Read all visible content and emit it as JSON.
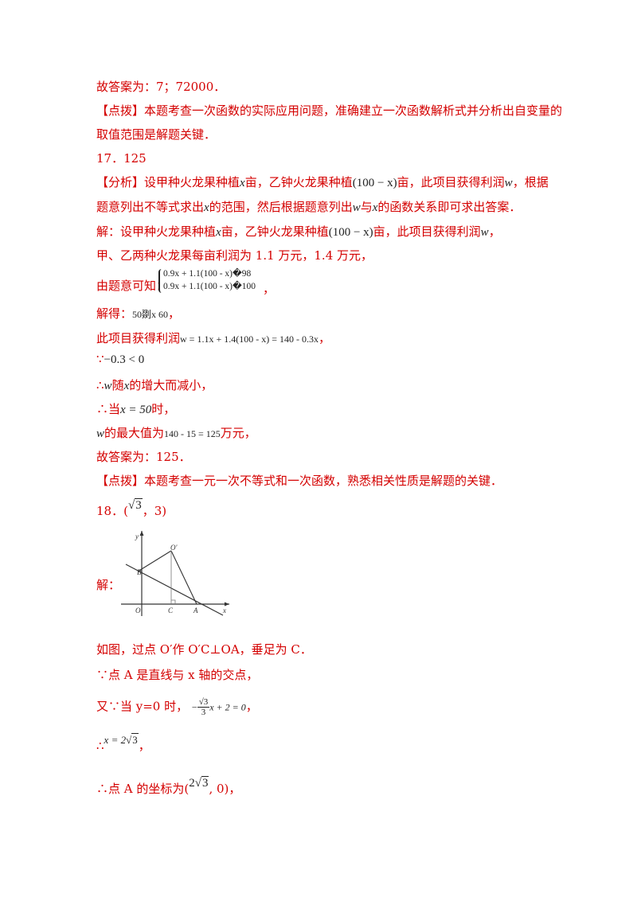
{
  "lines": {
    "l1": "故答案为：7；72000．",
    "l2a": "【点拨】本题考查一次函数的实际应用问题，准确建立一次函数解析式并分析出自变量的",
    "l2b": "取值范围是解题关键．",
    "q17": "17．125",
    "l4a_1": "【分析】设甲种火龙果种植",
    "l4a_x": "x",
    "l4a_2": "亩，乙钟火龙果种植",
    "l4a_expr": "(100 − x)",
    "l4a_3": "亩，此项目获得利润",
    "l4a_w": "w",
    "l4a_4": "，根据",
    "l4b_1": "题意列出不等式求出",
    "l4b_x": "x",
    "l4b_2": "的范围，然后根据题意列出",
    "l4b_w": "w",
    "l4b_3": "与",
    "l4b_x2": "x",
    "l4b_4": "的函数关系即可求出答案．",
    "l5_1": "解：设甲种火龙果种植",
    "l5_x": "x",
    "l5_2": "亩，乙钟火龙果种植",
    "l5_expr": "(100 − x)",
    "l5_3": "亩，此项目获得利润",
    "l5_w": "w",
    "l5_4": "，",
    "l6": "甲、乙两种火龙果每亩利润为 1.1 万元，1.4 万元，",
    "l7": "由题意可知：",
    "sys1": "0.9x + 1.1(100 - x)�98",
    "sys2": "0.9x + 1.1(100 - x)�100",
    "l7_end": "，",
    "l8_1": "解得：",
    "l8_math": "50剟x 60",
    "l8_2": "，",
    "l9_1": "此项目获得利润",
    "l9_math": "w = 1.1x + 1.4(100 - x) = 140 - 0.3x",
    "l9_2": "，",
    "l10_1": "∵",
    "l10_math": "−0.3 < 0",
    "l11_1": "∴",
    "l11_w": "w",
    "l11_2": "随",
    "l11_x": "x",
    "l11_3": "的增大而减小，",
    "l12_1": "∴当",
    "l12_math": "x = 50",
    "l12_2": "时，",
    "l13_w": "w",
    "l13_1": "的最大值为",
    "l13_math": "140 - 15 = 125",
    "l13_2": "万元，",
    "l14": "故答案为：125．",
    "l15": "【点拨】本题考查一元一次不等式和一次函数，熟悉相关性质是解题的关键．",
    "q18_1": "18．(",
    "q18_sqrt": "3",
    "q18_2": "，3)",
    "l17": "解：",
    "l18": "如图，过点 O′作 O′C⊥OA，垂足为 C．",
    "l19": "∵点 A 是直线与 x 轴的交点，",
    "l20_1": "又∵当 y=0 时，",
    "l20_neg": "−",
    "l20_num": "√3",
    "l20_den": "3",
    "l20_tail": "x + 2 = 0",
    "l20_end": "，",
    "l21_1": "∴",
    "l21_math": "x = 2",
    "l21_sqrt": "3",
    "l21_end": "，",
    "l22_1": "∴点 A 的坐标为(",
    "l22_coef": "2",
    "l22_sqrt": "3",
    "l22_2": ", 0)，"
  },
  "figure": {
    "labels": [
      "y",
      "O′",
      "B",
      "O",
      "C",
      "A",
      "x"
    ]
  }
}
